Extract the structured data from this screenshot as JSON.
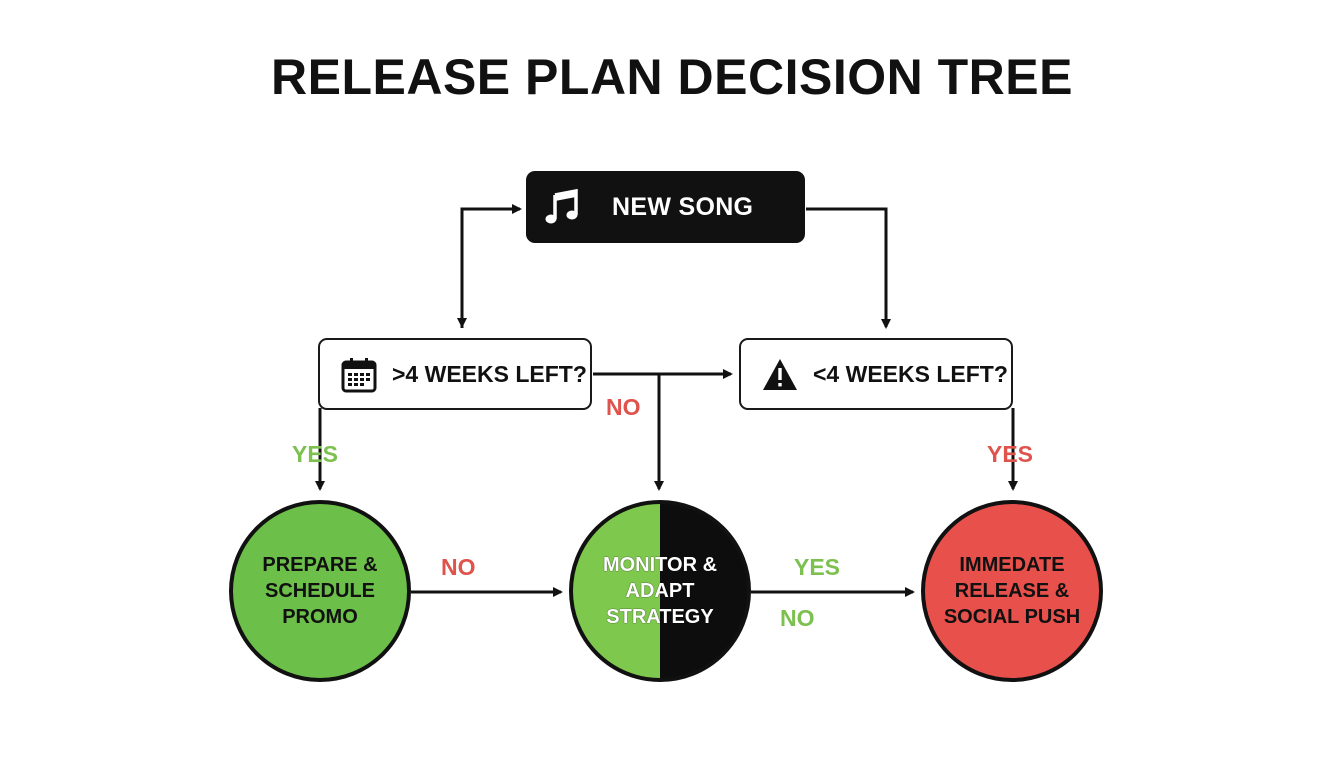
{
  "title": "RELEASE PLAN DECISION TREE",
  "colors": {
    "yes_green": "#7cc04f",
    "no_red": "#e0524c",
    "root_fill": "#111111",
    "prepare_fill": "#6cc04a",
    "immediate_fill": "#e8504b",
    "monitor_fill_left": "#7fc84e",
    "monitor_fill_right": "#0d0d0d"
  },
  "nodes": {
    "root": {
      "label": "NEW SONG",
      "icon": "music-note-icon"
    },
    "q_left": {
      "label": ">4 WEEKS LEFT?",
      "icon": "calendar-icon"
    },
    "q_right": {
      "label": "<4 WEEKS LEFT?",
      "icon": "warning-icon"
    },
    "prepare": {
      "label": "PREPARE &\nSCHEDULE\nPROMO"
    },
    "monitor": {
      "label": "MONITOR &\nADAPT\nSTRATEGY"
    },
    "immediate": {
      "label": "IMMEDATE\nRELEASE &\nSOCIAL PUSH"
    }
  },
  "edge_labels": {
    "left_yes": "YES",
    "left_no": "NO",
    "right_yes": "YES",
    "prepare_no": "NO",
    "monitor_yes": "YES",
    "monitor_no": "NO"
  }
}
